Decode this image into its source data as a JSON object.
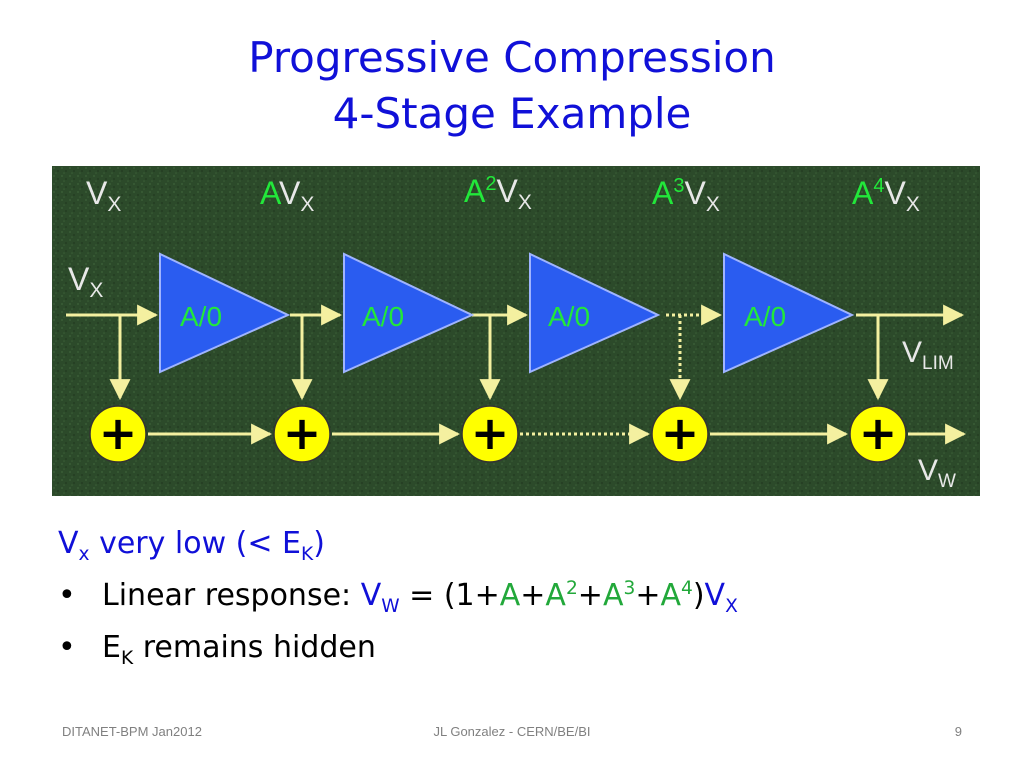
{
  "slide": {
    "title_line1": "Progressive Compression",
    "title_line2": "4-Stage Example"
  },
  "diagram": {
    "background_color": "#2c4a2a",
    "amp_color": "#2a5cf0",
    "sum_color": "#ffff00",
    "wire_color": "#f4f0a0",
    "gain_color": "#22e83a",
    "text_color": "#e8e8e8",
    "stage_labels": [
      {
        "gain": "",
        "exp": "",
        "var": "V",
        "sub": "X"
      },
      {
        "gain": "A",
        "exp": "",
        "var": "V",
        "sub": "X"
      },
      {
        "gain": "A",
        "exp": "2",
        "var": "V",
        "sub": "X"
      },
      {
        "gain": "A",
        "exp": "3",
        "var": "V",
        "sub": "X"
      },
      {
        "gain": "A",
        "exp": "4",
        "var": "V",
        "sub": "X"
      }
    ],
    "input_label": {
      "var": "V",
      "sub": "X"
    },
    "amp_label": "A/0",
    "sum_symbol": "+",
    "limited_output": {
      "var": "V",
      "sub": "LIM"
    },
    "weighted_output": {
      "var": "V",
      "sub": "W"
    }
  },
  "content": {
    "line1": {
      "v": "V",
      "v_sub": "x",
      "text": " very low (< E",
      "e_sub": "K",
      "close": ")"
    },
    "bullet_char": "•",
    "bullet1": {
      "label": "Linear response: ",
      "vw": "V",
      "vw_sub": "W",
      "eq": " = (1+",
      "a1": "A",
      "plus1": "+",
      "a2": "A",
      "a2_exp": "2",
      "plus2": "+",
      "a3": "A",
      "a3_exp": "3",
      "plus3": "+",
      "a4": "A",
      "a4_exp": "4",
      "close": ")",
      "vx": "V",
      "vx_sub": "X"
    },
    "bullet2": {
      "e": "E",
      "e_sub": "K",
      "text": " remains hidden"
    }
  },
  "footer": {
    "left": "DITANET-BPM Jan2012",
    "center": "JL Gonzalez - CERN/BE/BI",
    "right": "9"
  }
}
